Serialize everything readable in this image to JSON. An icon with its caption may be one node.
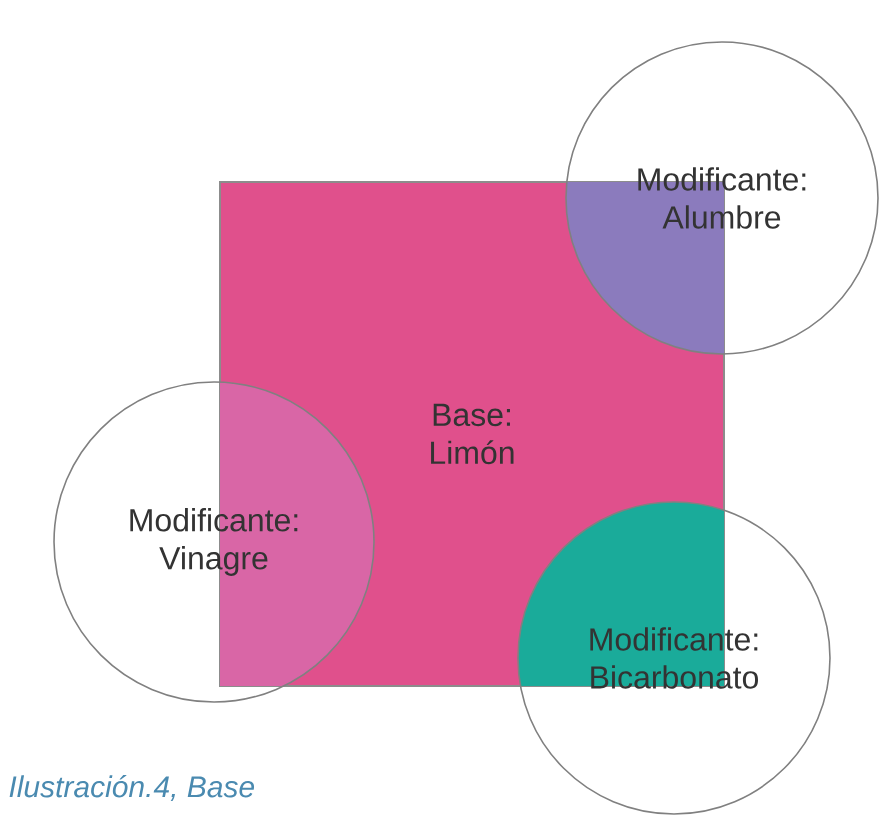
{
  "diagram": {
    "caption": "Ilustración.4, Base",
    "nodes": [
      {
        "text": [
          "Modificante: Alumbre"
        ]
      },
      {
        "text": [
          "Base: Limón"
        ]
      },
      {
        "text": [
          "Modificante: Vinagre"
        ]
      },
      {
        "text": [
          "Modificante: Bicarbonato"
        ]
      }
    ]
  }
}
